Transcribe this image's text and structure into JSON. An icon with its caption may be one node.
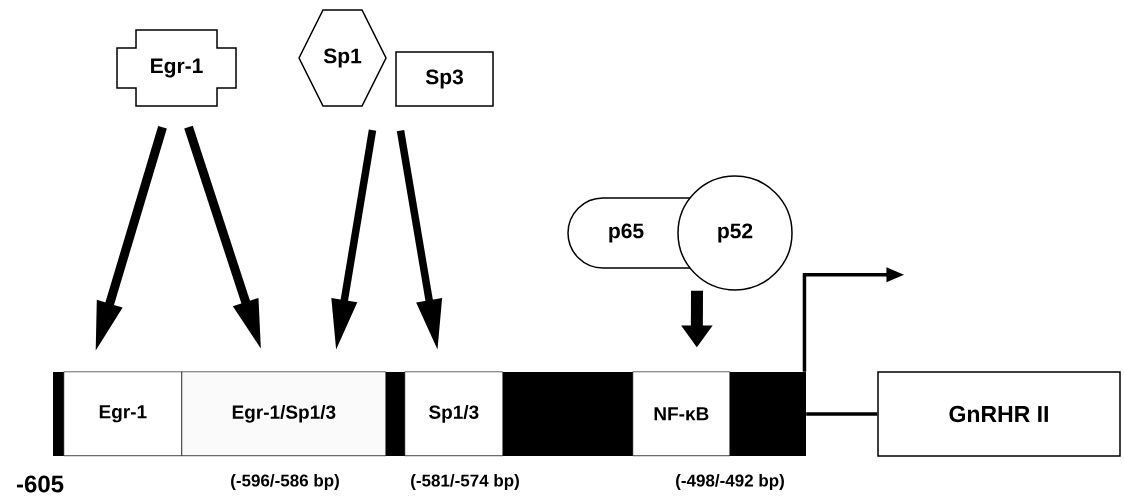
{
  "diagram": {
    "nodes": [
      {
        "text": [
          "Egr-1"
        ]
      },
      {
        "text": [
          "Sp1"
        ]
      },
      {
        "text": [
          "Sp3"
        ]
      },
      {
        "text": [
          "p65"
        ]
      },
      {
        "text": [
          "p52"
        ]
      },
      {
        "text": [],
        "shape": "bar"
      },
      {
        "text": [
          "Egr-1"
        ],
        "in": 5
      },
      {
        "text": [
          "Egr-1/Sp1/3"
        ],
        "in": 5,
        "beside": [
          "(-596/-586 bp)"
        ]
      },
      {
        "text": [
          "Sp1/3"
        ],
        "in": 5,
        "beside": [
          "(-581/-574 bp)"
        ]
      },
      {
        "text": [
          "NF-κB"
        ],
        "in": 5,
        "beside": [
          "(-498/-492 bp)"
        ]
      },
      {
        "text": [
          "GnRHR II"
        ]
      }
    ],
    "edges": [
      {
        "from": 0,
        "to": 6,
        "arrow": "to"
      },
      {
        "from": 0,
        "to": 7,
        "arrow": "to"
      },
      {
        "from": 1,
        "to": 7,
        "arrow": "to"
      },
      {
        "from": 2,
        "to": 8,
        "arrow": "to"
      },
      {
        "from": 4,
        "to": 9,
        "arrow": "to"
      },
      {
        "from": 5,
        "to": null,
        "arrow": "to"
      },
      {
        "from": 5,
        "to": 10,
        "arrow": "none"
      }
    ],
    "labels": [
      "-605"
    ]
  }
}
